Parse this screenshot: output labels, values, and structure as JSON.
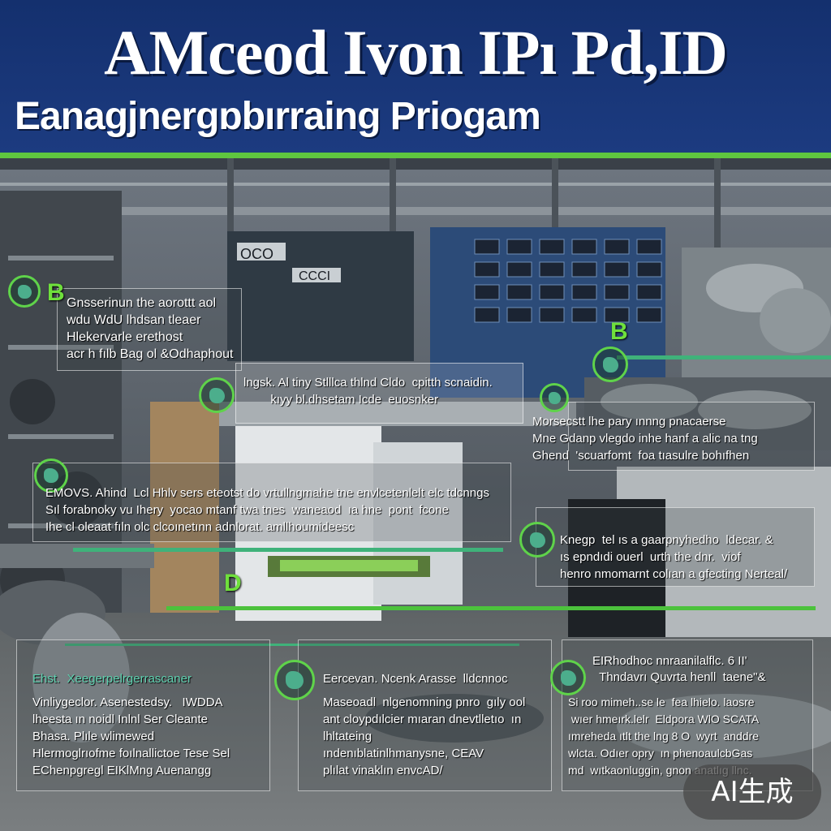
{
  "header": {
    "title": "AMceod Ivon IPı Pd,ID",
    "subtitle": "Eanagjnergɒbırraing Priogam"
  },
  "colors": {
    "header_blue": "#1c3b80",
    "accent_green": "#5fc63f",
    "teal_line": "#3fb27a",
    "card_border": "#cfd6dc"
  },
  "badges": {
    "b_left": "B",
    "b_right": "B",
    "d_center": "D",
    "oco_sign": "OCO",
    "ccci_sign": "CCCI"
  },
  "blocks": {
    "left_top": "Gnsserinun the aorottt aol\nwdu WdU lhdsan tleaer\nHlekervarle erethost\nacr h fılb Bag ol &Odhaphout",
    "mid_top": "lngsk. Al tiny Stlllca thlnd Cldo  cpitth scnaidin.\n        kıyy bl.dhsetam Icde  euosnker",
    "right_top": "Morsecstt lhe pary ınnng pnacaerse\nMne Gdanp vlegdo inhe hanf a alic na tng\nGhend  'scuarfomt  foa tıasulre bohıfhen",
    "mid_wide": "EMOVS. Ahind  Lcl Hhlv sers eteotst do vrtullngmahe tne envlcetenlelt elc tdcnngs\nSıl forabnoky vu Ihery  yocao mtanf twa tnes  waneaod  ıa hne  pont  fcone\nIhe cl oleaat fıln olc clcoınetınn adnlorat. amllhoumideesc",
    "right_mid": "Knegp  tel ıs a gaarpnyhedho  ldecar. &\nıs epndıdi ouerl  urth the dnr.  viof\nhenro nmomarnt colıan a gfecting Nerteal/",
    "card1_heading": "Ehst.  Xeegerpelrgerrascaner",
    "card1_body": "Vinliygeclor. Asenestedsy.   IWDDA\nlheesta ın noidl Inlnl Ser Cleante\nBhasa. Plıle wlimewed\nHlermoglrıofme foılnallictoe Tese Sel\nEChenpgregl EIKlMng Auenangg",
    "card2_heading": "Eercevan. Ncenk Arasse  lldcnnoc",
    "card2_body": "Maseoadl  nlgenomning pnro  gıly ool\nant cloypdılcier mıaran dnevtlletıo  ın\nlhltateing\nındenıblatinlhmanysne, CEAV\nplılat vinaklın envcAD/",
    "card3_heading": "EIRhodhoc nnraanilalflc. 6 II'\n  Thndavrı Quvrta henll  taene\"&",
    "card3_body": "Si roo mimeh..se le  fea lhielo. laosre\n wıer hmeırk.lelr  Eldpora WlO SCATA\nımreheda ıtlt the lng 8 O  wyrt  anddre\nwlcta. Odıer opry  ın phenoaulcbGas\nmd  wıtkaonluggin, gnon anatlıg llnc.",
    "ai_label": "AI生成"
  }
}
